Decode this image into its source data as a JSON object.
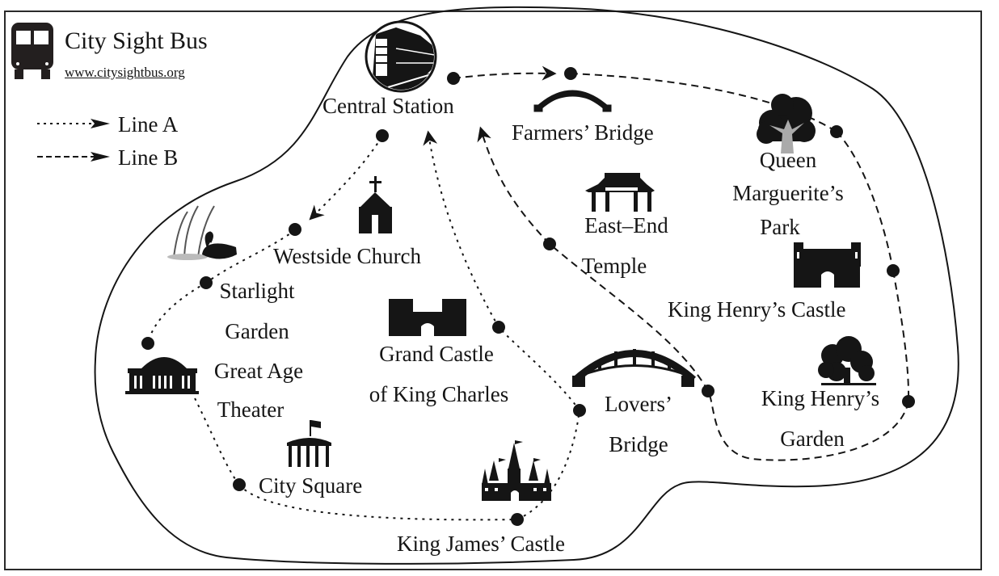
{
  "header": {
    "title": "City Sight Bus",
    "url": "www.citysightbus.org",
    "logo_icon": "bus-icon"
  },
  "legend": {
    "items": [
      {
        "label": "Line A",
        "style": "dotted",
        "icon": "dotted-arrow-icon"
      },
      {
        "label": "Line B",
        "style": "dashed",
        "icon": "dashed-arrow-icon"
      }
    ]
  },
  "colors": {
    "ink": "#151515",
    "background": "#ffffff",
    "frame": "#2a2a2a"
  },
  "stops": {
    "central_station": {
      "label": "Central Station",
      "icon": "train-icon"
    },
    "farmers_bridge": {
      "label": "Farmers’ Bridge",
      "icon": "bridge-icon"
    },
    "queen_marguerites_park": {
      "line1": "Queen",
      "line2": "Marguerite’s",
      "line3": "Park",
      "icon": "tree-icon"
    },
    "east_end_temple": {
      "line1": "East–End",
      "line2": "Temple",
      "icon": "temple-icon"
    },
    "king_henrys_castle": {
      "label": "King Henry’s Castle",
      "icon": "castle-icon"
    },
    "king_henrys_garden": {
      "line1": "King Henry’s",
      "line2": "Garden",
      "icon": "oak-tree-icon"
    },
    "westside_church": {
      "label": "Westside Church",
      "icon": "church-icon"
    },
    "starlight_garden": {
      "line1": "Starlight",
      "line2": "Garden",
      "icon": "swan-pond-icon"
    },
    "great_age_theater": {
      "line1": "Great Age",
      "line2": "Theater",
      "icon": "theater-icon"
    },
    "grand_castle": {
      "line1": "Grand Castle",
      "line2": "of King Charles",
      "icon": "fortress-icon"
    },
    "city_square": {
      "label": "City Square",
      "icon": "flag-building-icon"
    },
    "lovers_bridge": {
      "line1": "Lovers’",
      "line2": "Bridge",
      "icon": "arch-bridge-icon"
    },
    "king_james_castle": {
      "label": "King James’ Castle",
      "icon": "fairytale-castle-icon"
    }
  },
  "routes": {
    "line_a": [
      "Central Station",
      "Westside Church",
      "Starlight Garden",
      "Great Age Theater",
      "City Square",
      "King James’ Castle",
      "Lovers’ Bridge",
      "Grand Castle of King Charles",
      "Central Station"
    ],
    "line_b": [
      "Central Station",
      "Farmers’ Bridge",
      "Queen Marguerite’s Park",
      "King Henry’s Castle",
      "King Henry’s Garden",
      "Lovers’ Bridge",
      "East–End Temple",
      "Central Station"
    ]
  }
}
